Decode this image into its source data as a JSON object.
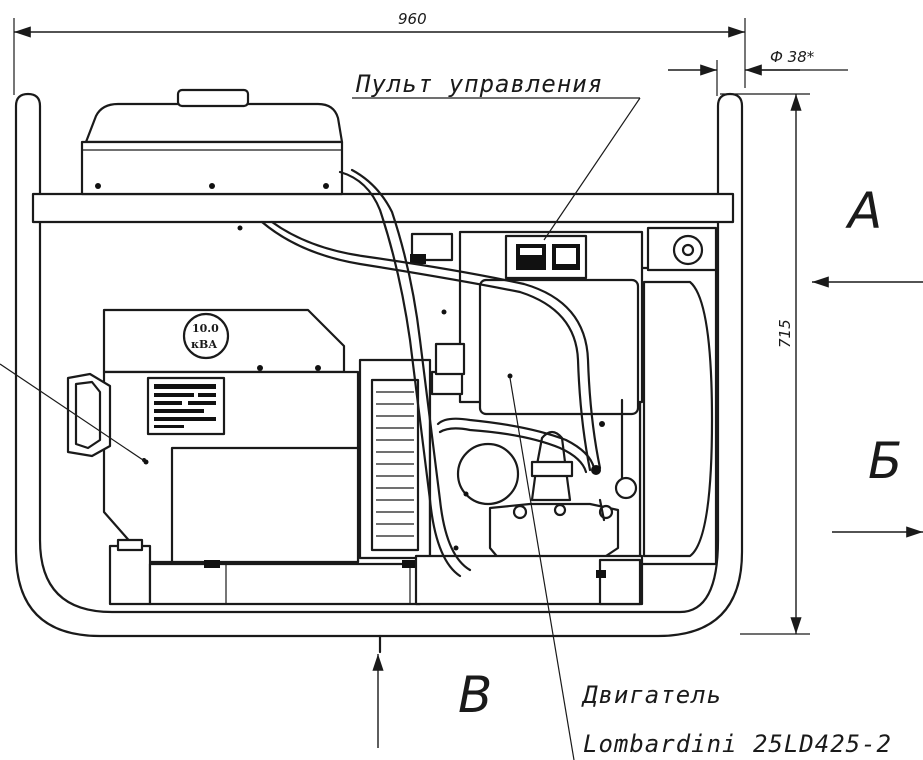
{
  "dimensions": {
    "width": "960",
    "height": "715",
    "tube_diameter": "Ф 38*"
  },
  "labels": {
    "control_panel": "Пульт управления",
    "engine_line1": "Двигатель",
    "engine_line2": "Lombardini 25LD425-2"
  },
  "views": {
    "a": "А",
    "b": "Б",
    "v": "В"
  },
  "badge": {
    "line1": "10.0",
    "line2": "кВА"
  }
}
